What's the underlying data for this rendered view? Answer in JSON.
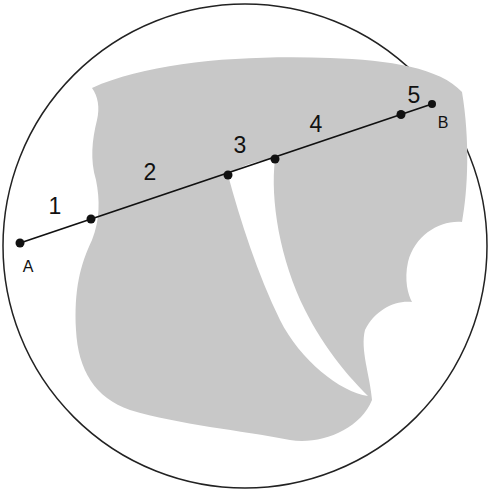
{
  "diagram": {
    "labels": [
      "1",
      "A",
      "2",
      "3",
      "4",
      "5",
      "B"
    ]
  }
}
